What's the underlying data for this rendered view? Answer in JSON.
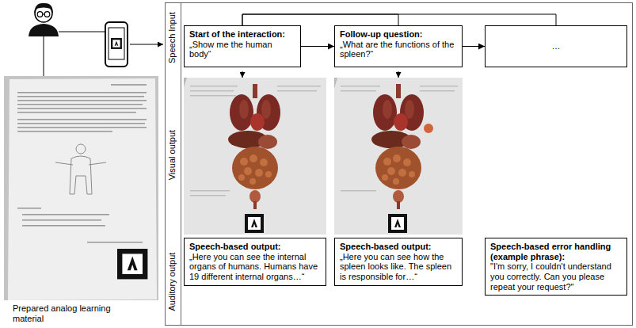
{
  "diagram": {
    "nodes": [
      {
        "text": [
          "Start of the interaction:",
          "„Show me the human body“"
        ]
      },
      {
        "text": [
          "Follow-up question:",
          "„What are the functions of the spleen?“"
        ]
      },
      {
        "text": [
          "…"
        ]
      },
      {
        "text": [
          "Speech-based output:",
          "„Here you can see the internal organs of humans. Humans have 19 different internal organs…“"
        ]
      },
      {
        "text": [
          "Speech-based output:",
          "„Here you can see how the spleen looks like. The spleen is responsible for…“"
        ]
      },
      {
        "text": [
          "Speech-based error handling (example phrase):",
          "\"I'm sorry, I couldn't understand you correctly. Can you please repeat your request?\""
        ]
      }
    ],
    "edges": [
      {
        "from": 0,
        "to": 1,
        "arrow": "to"
      },
      {
        "from": 1,
        "to": 2,
        "arrow": "to"
      },
      {
        "from": 0,
        "to": 1,
        "arrow": "none"
      },
      {
        "from": 0,
        "to": 2,
        "arrow": "none"
      }
    ],
    "labels": [
      "Speech Input",
      "Visual output",
      "Auditory output",
      "Prepared analog learning material"
    ]
  }
}
